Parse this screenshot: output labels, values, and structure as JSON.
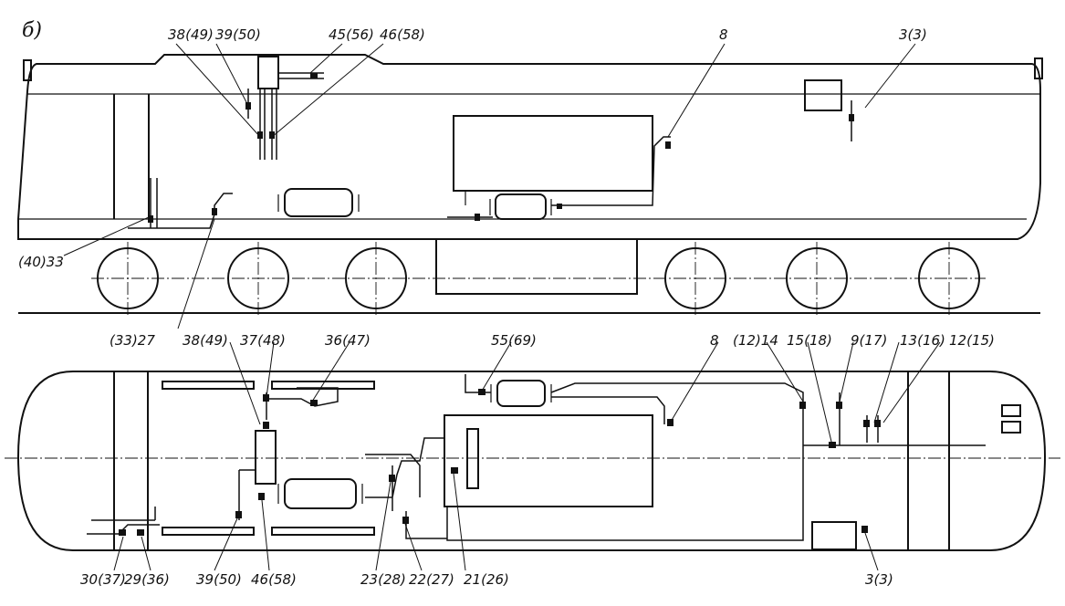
{
  "figure_label": "б)",
  "top_view": {
    "labels": {
      "l38_49": "38(49)",
      "l39_50": "39(50)",
      "l45_56": "45(56)",
      "l46_58": "46(58)",
      "l8": "8",
      "l3_3": "3(3)",
      "l40_33": "(40)33"
    }
  },
  "middle_labels": {
    "l33_27": "(33)27",
    "l38_49": "38(49)",
    "l37_48": "37(48)",
    "l36_47": "36(47)",
    "l55_69": "55(69)",
    "l8": "8",
    "l12_14": "(12)14",
    "l15_18": "15(18)",
    "l9_17": "9(17)",
    "l13_16": "13(16)",
    "l12_15": "12(15)"
  },
  "bottom_labels": {
    "l30_37": "30(37)",
    "l29_36": "29(36)",
    "l39_50": "39(50)",
    "l46_58": "46(58)",
    "l23_28": "23(28)",
    "l22_27": "22(27)",
    "l21_26": "21(26)",
    "l3_3": "3(3)"
  }
}
